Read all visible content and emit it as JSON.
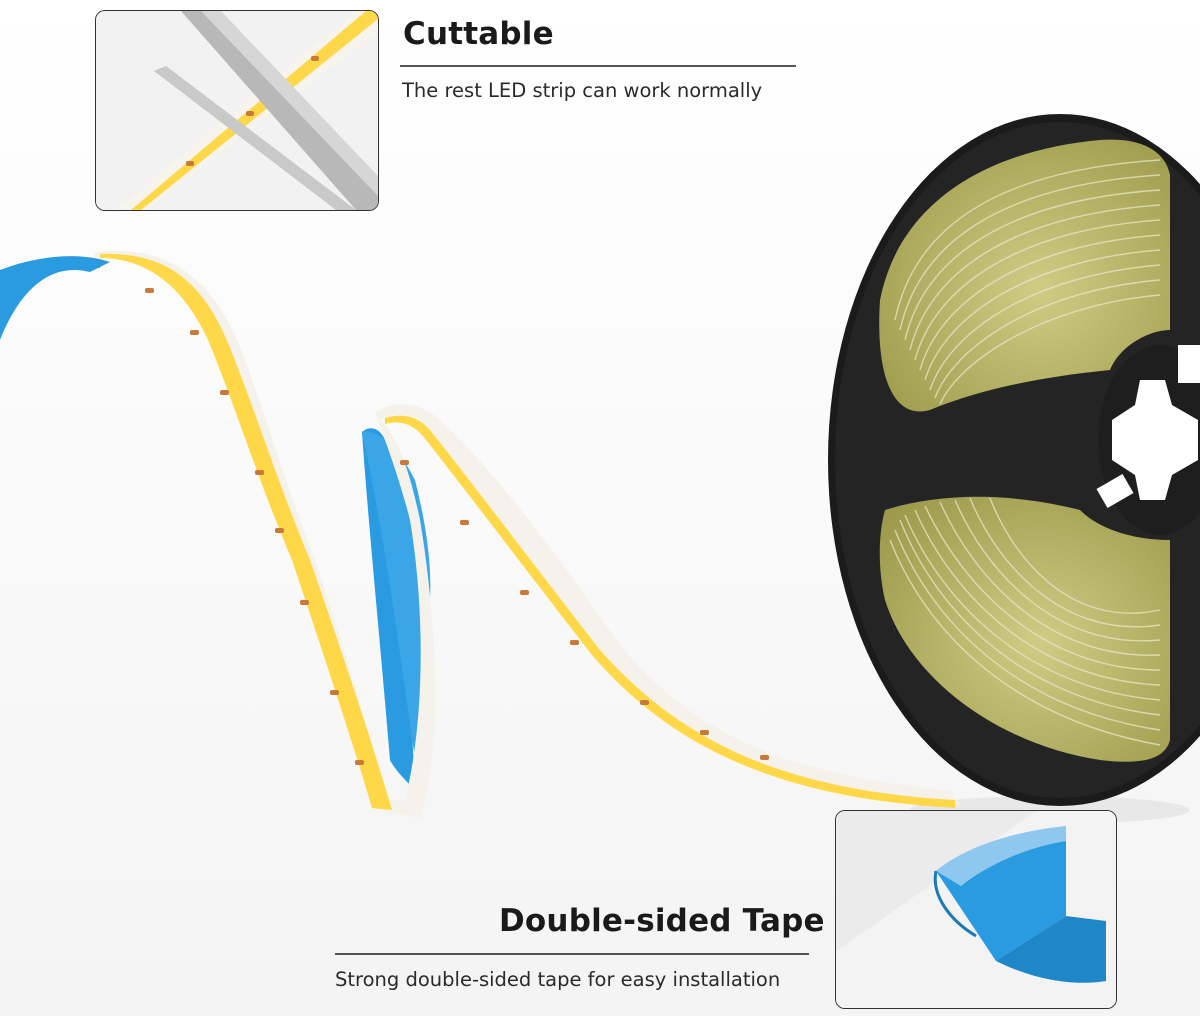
{
  "features": {
    "cuttable": {
      "title": "Cuttable",
      "description": "The rest LED strip can work normally"
    },
    "tape": {
      "title": "Double-sided Tape",
      "description": "Strong double-sided tape for easy installation"
    }
  },
  "colors": {
    "led_yellow": "#ffd84a",
    "tape_blue": "#2a9be0",
    "reel_black": "#1b1b1b",
    "coil_olive": "#b9b868"
  },
  "icons": [
    "scissors-icon",
    "led-reel-icon",
    "blue-tape-icon"
  ]
}
